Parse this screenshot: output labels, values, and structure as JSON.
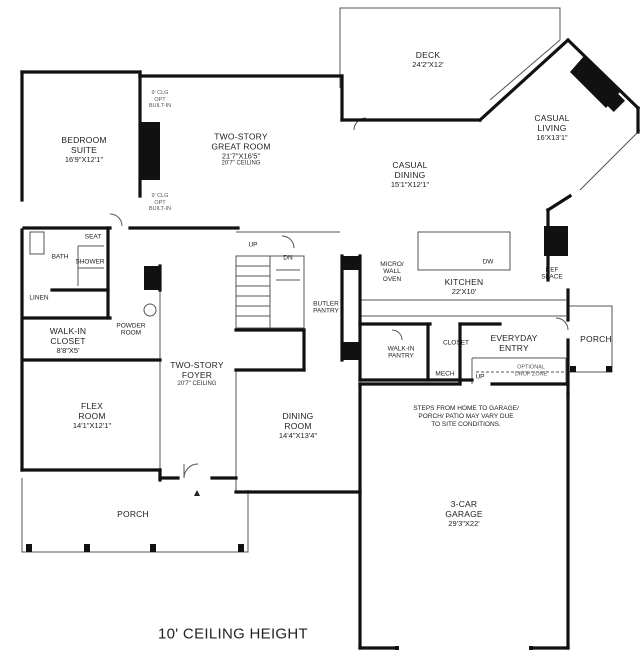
{
  "rooms": {
    "deck": {
      "name": "DECK",
      "dims": "24'2\"X12'"
    },
    "casual_living": {
      "name": "CASUAL\nLIVING",
      "dims": "16'X13'1\""
    },
    "bedroom_suite": {
      "name": "BEDROOM\nSUITE",
      "dims": "16'9\"X12'1\""
    },
    "great_room": {
      "name": "TWO-STORY\nGREAT ROOM",
      "dims": "21'7\"X16'5\"",
      "ceiling": "20'7\" CEILING"
    },
    "casual_dining": {
      "name": "CASUAL\nDINING",
      "dims": "15'1\"X12'1\""
    },
    "kitchen": {
      "name": "KITCHEN",
      "dims": "22'X10'"
    },
    "walkin_closet": {
      "name": "WALK-IN\nCLOSET",
      "dims": "8'8\"X5'"
    },
    "foyer": {
      "name": "TWO-STORY\nFOYER",
      "ceiling": "20'7\" CEILING"
    },
    "flex_room": {
      "name": "FLEX\nROOM",
      "dims": "14'1\"X12'1\""
    },
    "dining_room": {
      "name": "DINING\nROOM",
      "dims": "14'4\"X13'4\""
    },
    "garage": {
      "name": "3-CAR\nGARAGE",
      "dims": "29'3\"X22'"
    },
    "everyday_entry": {
      "name": "EVERYDAY\nENTRY"
    },
    "front_porch": {
      "name": "PORCH"
    },
    "side_porch": {
      "name": "PORCH"
    }
  },
  "small_labels": {
    "bath": "BATH",
    "seat": "SEAT",
    "shower": "SHOWER",
    "linen": "LINEN",
    "powder_room": "POWDER\nROOM",
    "butler_pantry": "BUTLER\nPANTRY",
    "micro_wall_oven": "MICRO/\nWALL\nOVEN",
    "dw": "DW",
    "ref_space": "REF\nSPACE",
    "walkin_pantry": "WALK-IN\nPANTRY",
    "closet": "CLOSET",
    "mech": "MECH",
    "up_stair": "UP",
    "dn_stair": "DN",
    "up_garage": "UP"
  },
  "options": {
    "clg_top": "9' CLG\nOPT\nBUILT-IN",
    "clg_bottom": "9' CLG\nOPT\nBUILT-IN",
    "drop_zone": "OPTIONAL\nDROP ZONE"
  },
  "garage_note": "STEPS FROM HOME TO GARAGE/\nPORCH/ PATIO MAY VARY DUE\nTO SITE CONDITIONS.",
  "footer": "10' CEILING HEIGHT"
}
